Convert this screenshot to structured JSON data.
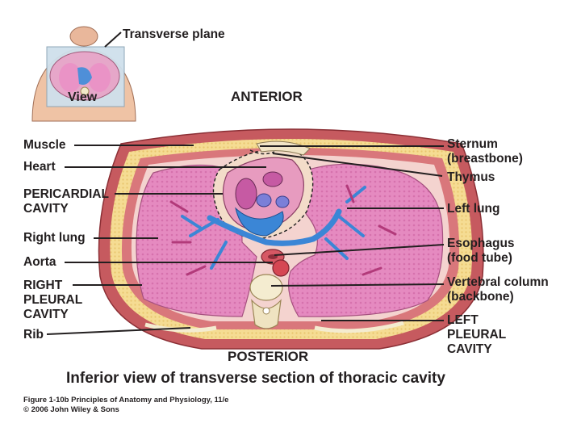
{
  "inset": {
    "plane_label": "Transverse plane",
    "view_label": "View"
  },
  "orientation": {
    "anterior": "ANTERIOR",
    "posterior": "POSTERIOR"
  },
  "labels_left": {
    "muscle": "Muscle",
    "heart": "Heart",
    "pericardial_1": "PERICARDIAL",
    "pericardial_2": "CAVITY",
    "right_lung": "Right lung",
    "aorta": "Aorta",
    "right_pleural_1": "RIGHT",
    "right_pleural_2": "PLEURAL",
    "right_pleural_3": "CAVITY",
    "rib": "Rib"
  },
  "labels_right": {
    "sternum_1": "Sternum",
    "sternum_2": "(breastbone)",
    "thymus": "Thymus",
    "left_lung": "Left lung",
    "esophagus_1": "Esophagus",
    "esophagus_2": "(food tube)",
    "vertebral_1": "Vertebral column",
    "vertebral_2": "(backbone)",
    "left_pleural_1": "LEFT",
    "left_pleural_2": "PLEURAL",
    "left_pleural_3": "CAVITY"
  },
  "title": "Inferior view of transverse section of thoracic cavity",
  "credit": {
    "line1": "Figure 1-10b  Principles of Anatomy and Physiology, 11/e",
    "line2": "© 2006 John Wiley & Sons"
  },
  "colors": {
    "lung": "#e58ac0",
    "fat": "#f3d58a",
    "muscle": "#c8565a",
    "vessel": "#3b86d6",
    "pericardium": "#f0d6c8"
  }
}
